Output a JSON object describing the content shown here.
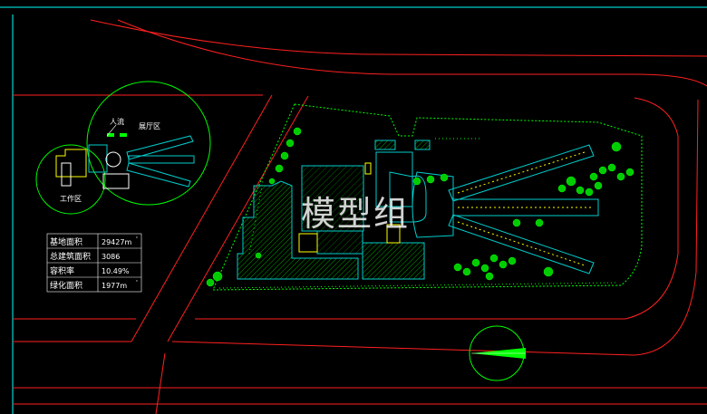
{
  "plan": {
    "zone_labels": {
      "people": "人流",
      "exhibition": "展厅区",
      "work": "工作区"
    },
    "watermark": "模型组",
    "indicators": [
      {
        "label": "基地面积",
        "value": "29427m",
        "mark": "'"
      },
      {
        "label": "总建筑面积",
        "value": "3086",
        "mark": ""
      },
      {
        "label": "容积率",
        "value": "10.49%",
        "mark": ""
      },
      {
        "label": "绿化面积",
        "value": "1977m",
        "mark": "'"
      }
    ]
  },
  "colors": {
    "background": "#000000",
    "road": "#ff2020",
    "site": "#00ff00",
    "building": "#00cccc",
    "stair": "#ffff00",
    "text": "#ffffff"
  }
}
